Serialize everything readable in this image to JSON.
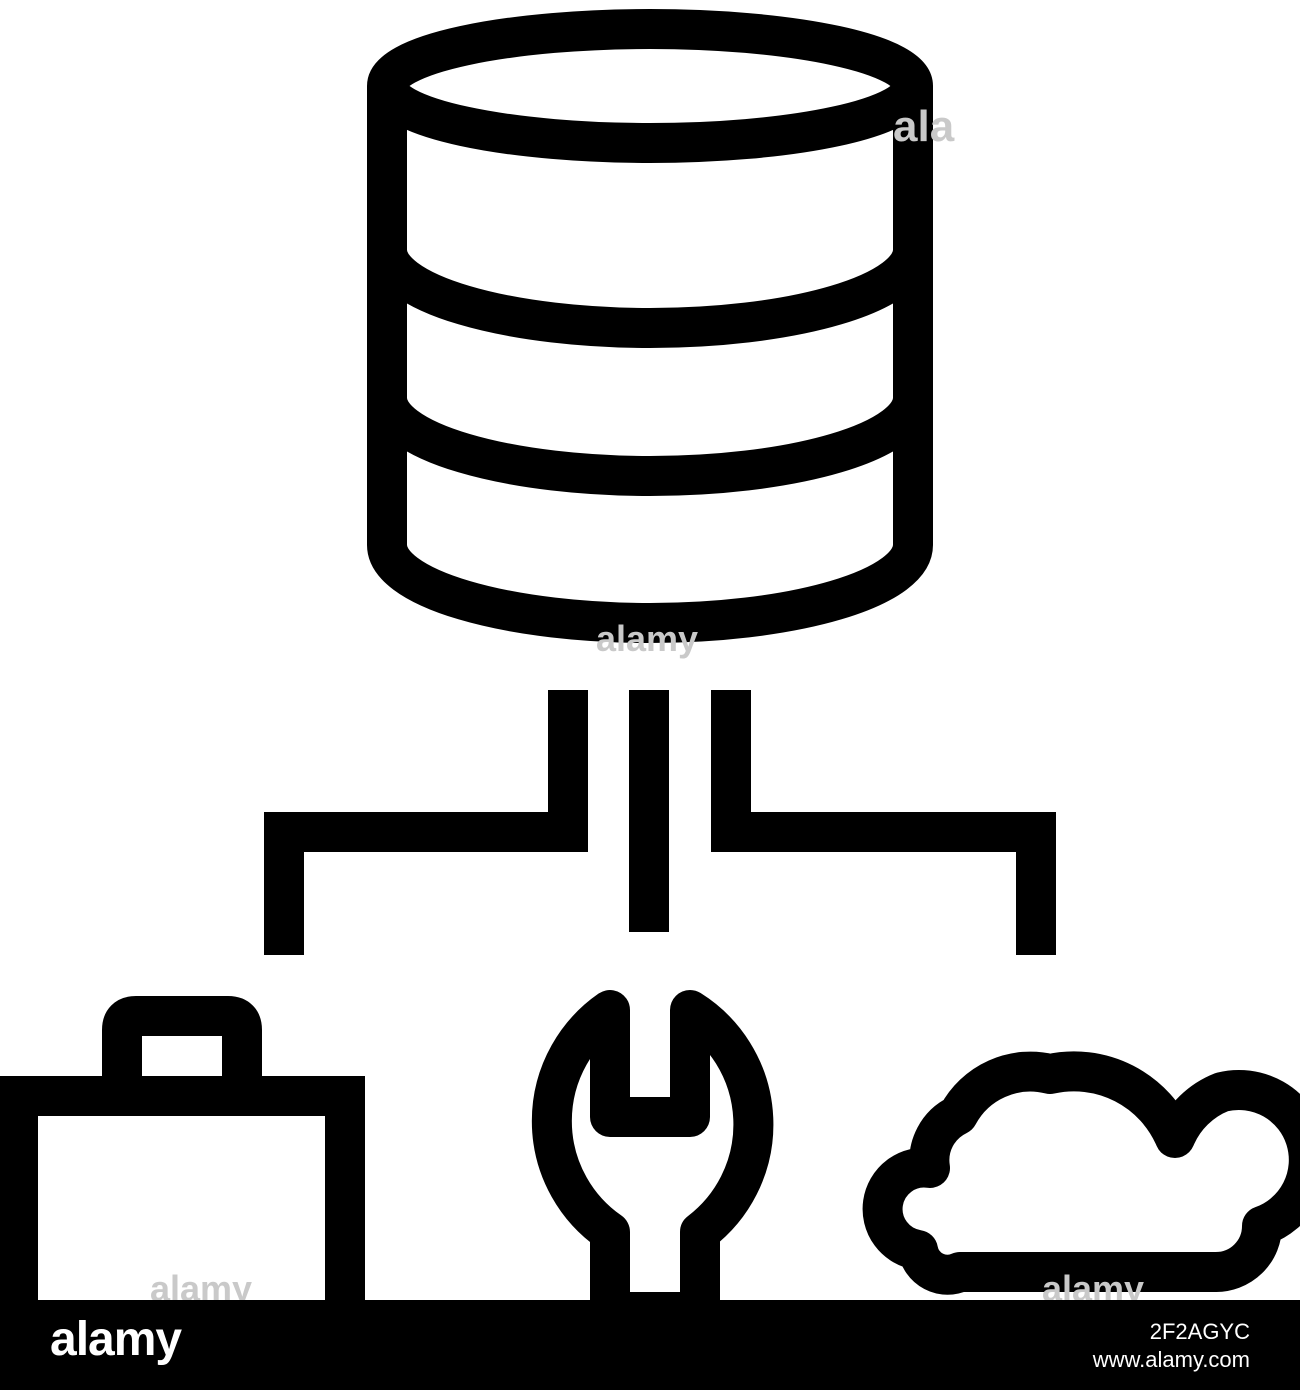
{
  "icon_semantics": {
    "database": "database-icon",
    "connector": "branch-connector-icon",
    "briefcase": "briefcase-icon",
    "wrench": "wrench-icon",
    "cloud": "cloud-icon"
  },
  "colors": {
    "stroke": "#000000",
    "background": "#ffffff",
    "watermark": "#c9c9c9",
    "footer_background": "#000000",
    "footer_text": "#ffffff"
  },
  "watermarks": {
    "top_right": "ala",
    "center": "alamy",
    "bottom_left": "alamy",
    "bottom_right": "alamy"
  },
  "footer": {
    "brand": "alamy",
    "image_id": "2F2AGYC",
    "url": "www.alamy.com"
  }
}
